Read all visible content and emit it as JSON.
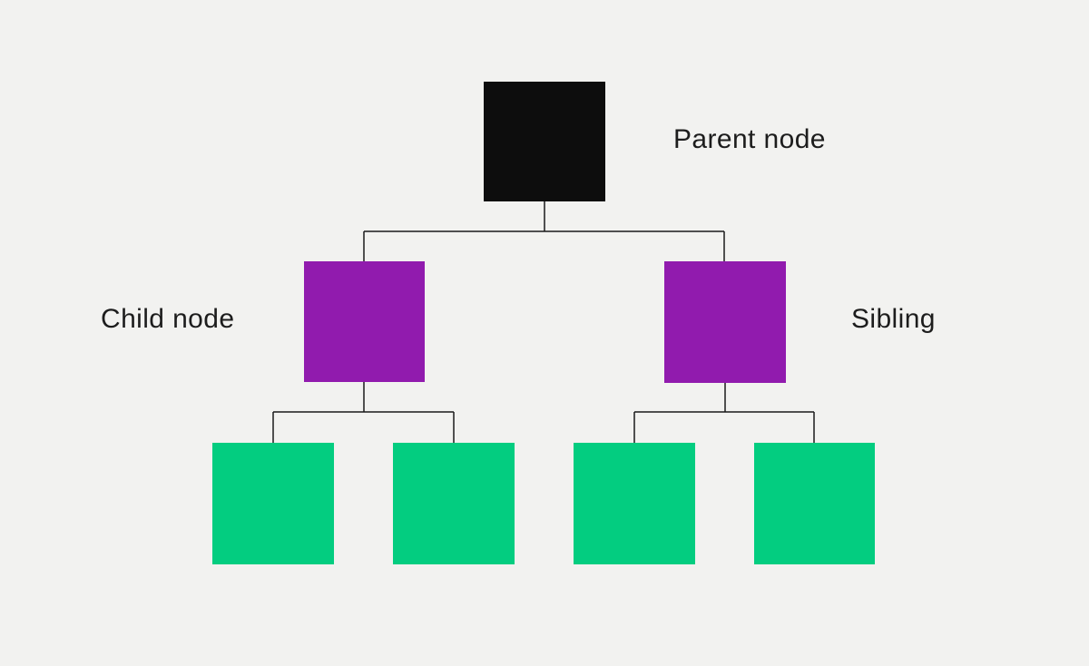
{
  "canvas": {
    "background": "#F2F2F0",
    "line_color": "#1A1A1A",
    "text_color": "#1D1D1D"
  },
  "tree": {
    "label": "Parent node",
    "color": "#0D0D0D",
    "children": [
      {
        "label": "Child node",
        "color": "#911BAE",
        "children": [
          {
            "color": "#03CD80"
          },
          {
            "color": "#03CD80"
          }
        ]
      },
      {
        "label": "Sibling",
        "color": "#911BAE",
        "children": [
          {
            "color": "#03CD80"
          },
          {
            "color": "#03CD80"
          }
        ]
      }
    ]
  }
}
